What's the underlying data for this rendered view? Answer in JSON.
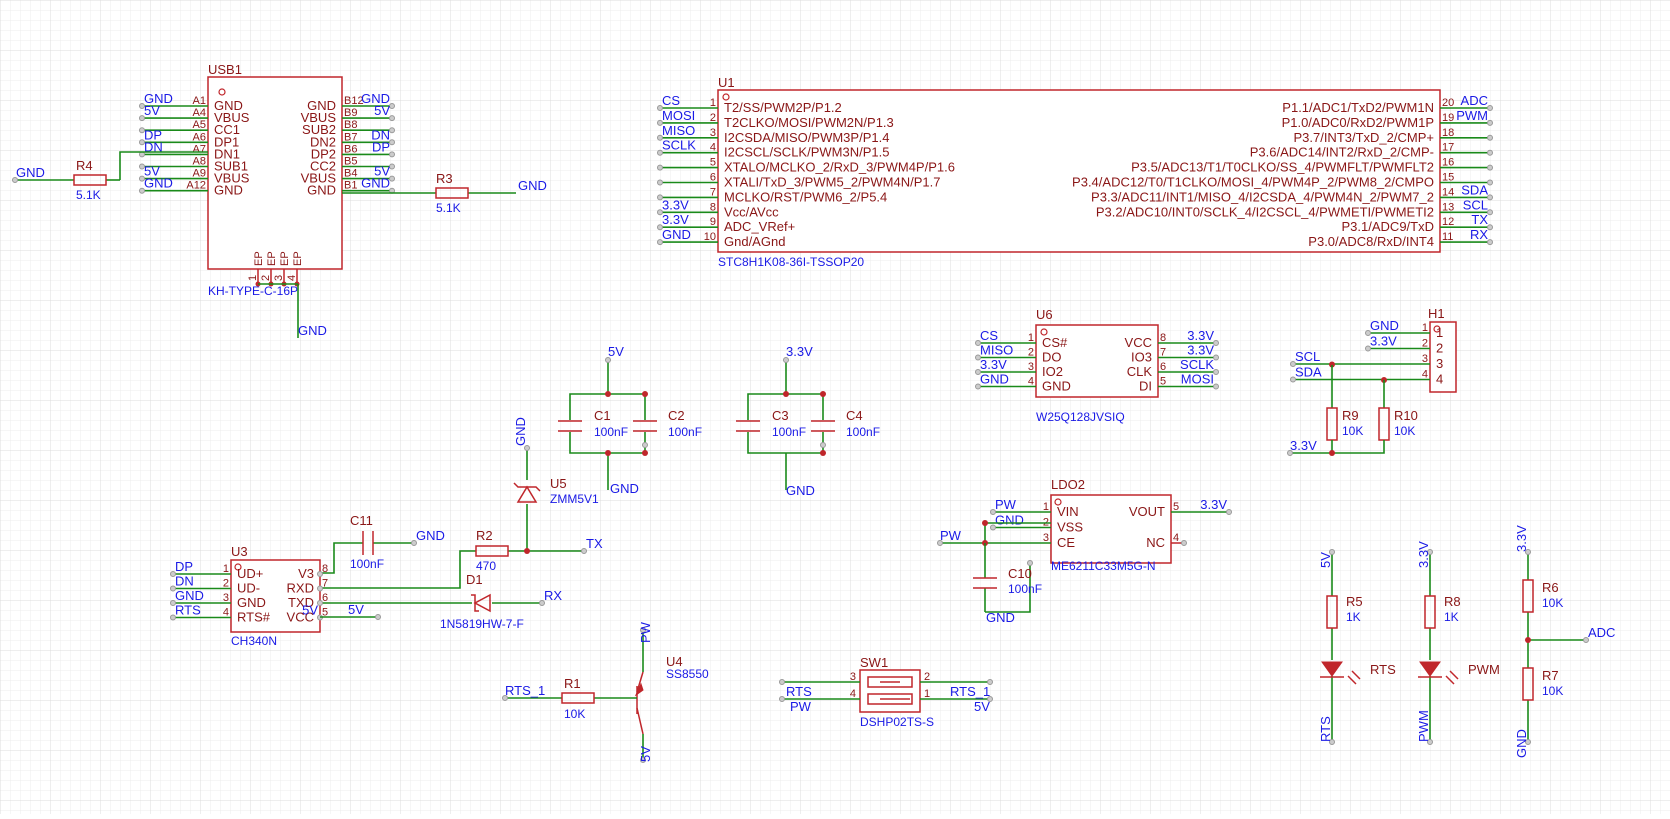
{
  "components": {
    "USB1": {
      "designator": "USB1",
      "value": "KH-TYPE-C-16P",
      "left": [
        {
          "n": "A1",
          "name": "GND",
          "net": "GND"
        },
        {
          "n": "A4",
          "name": "VBUS",
          "net": "5V"
        },
        {
          "n": "A5",
          "name": "CC1",
          "net": ""
        },
        {
          "n": "A6",
          "name": "DP1",
          "net": "DP"
        },
        {
          "n": "A7",
          "name": "DN1",
          "net": "DN"
        },
        {
          "n": "A8",
          "name": "SUB1",
          "net": ""
        },
        {
          "n": "A9",
          "name": "VBUS",
          "net": "5V"
        },
        {
          "n": "A12",
          "name": "GND",
          "net": "GND"
        }
      ],
      "right": [
        {
          "n": "B12",
          "name": "GND",
          "net": "GND"
        },
        {
          "n": "B9",
          "name": "VBUS",
          "net": "5V"
        },
        {
          "n": "B8",
          "name": "SUB2",
          "net": ""
        },
        {
          "n": "B7",
          "name": "DN2",
          "net": "DN"
        },
        {
          "n": "B6",
          "name": "DP2",
          "net": "DP"
        },
        {
          "n": "B5",
          "name": "CC2",
          "net": ""
        },
        {
          "n": "B4",
          "name": "VBUS",
          "net": "5V"
        },
        {
          "n": "B1",
          "name": "GND",
          "net": "GND"
        }
      ],
      "bottom": [
        {
          "n": "1",
          "name": "EP"
        },
        {
          "n": "2",
          "name": "EP"
        },
        {
          "n": "3",
          "name": "EP"
        },
        {
          "n": "4",
          "name": "EP"
        }
      ],
      "bottom_net": "GND"
    },
    "R4": {
      "designator": "R4",
      "value": "5.1K",
      "net": "GND"
    },
    "R3": {
      "designator": "R3",
      "value": "5.1K",
      "net": "GND"
    },
    "U1": {
      "designator": "U1",
      "value": "STC8H1K08-36I-TSSOP20",
      "left": [
        {
          "n": "1",
          "name": "T2/SS/PWM2P/P1.2",
          "net": "CS"
        },
        {
          "n": "2",
          "name": "T2CLKO/MOSI/PWM2N/P1.3",
          "net": "MOSI"
        },
        {
          "n": "3",
          "name": "I2CSDA/MISO/PWM3P/P1.4",
          "net": "MISO"
        },
        {
          "n": "4",
          "name": "I2CSCL/SCLK/PWM3N/P1.5",
          "net": "SCLK"
        },
        {
          "n": "5",
          "name": "XTALO/MCLKO_2/RxD_3/PWM4P/P1.6",
          "net": ""
        },
        {
          "n": "6",
          "name": "XTALI/TxD_3/PWM5_2/PWM4N/P1.7",
          "net": ""
        },
        {
          "n": "7",
          "name": "MCLKO/RST/PWM6_2/P5.4",
          "net": ""
        },
        {
          "n": "8",
          "name": "Vcc/AVcc",
          "net": "3.3V"
        },
        {
          "n": "9",
          "name": "ADC_VRef+",
          "net": "3.3V"
        },
        {
          "n": "10",
          "name": "Gnd/AGnd",
          "net": "GND"
        }
      ],
      "right": [
        {
          "n": "20",
          "name": "P1.1/ADC1/TxD2/PWM1N",
          "net": "ADC"
        },
        {
          "n": "19",
          "name": "P1.0/ADC0/RxD2/PWM1P",
          "net": "PWM"
        },
        {
          "n": "18",
          "name": "P3.7/INT3/TxD_2/CMP+",
          "net": ""
        },
        {
          "n": "17",
          "name": "P3.6/ADC14/INT2/RxD_2/CMP-",
          "net": ""
        },
        {
          "n": "16",
          "name": "P3.5/ADC13/T1/T0CLKO/SS_4/PWMFLT/PWMFLT2",
          "net": ""
        },
        {
          "n": "15",
          "name": "P3.4/ADC12/T0/T1CLKO/MOSI_4/PWM4P_2/PWM8_2/CMPO",
          "net": ""
        },
        {
          "n": "14",
          "name": "P3.3/ADC11/INT1/MISO_4/I2CSDA_4/PWM4N_2/PWM7_2",
          "net": "SDA"
        },
        {
          "n": "13",
          "name": "P3.2/ADC10/INT0/SCLK_4/I2CSCL_4/PWMETI/PWMETI2",
          "net": "SCL"
        },
        {
          "n": "12",
          "name": "P3.1/ADC9/TxD",
          "net": "TX"
        },
        {
          "n": "11",
          "name": "P3.0/ADC8/RxD/INT4",
          "net": "RX"
        }
      ]
    },
    "U6": {
      "designator": "U6",
      "value": "W25Q128JVSIQ",
      "left": [
        {
          "n": "1",
          "name": "CS#",
          "net": "CS"
        },
        {
          "n": "2",
          "name": "DO",
          "net": "MISO"
        },
        {
          "n": "3",
          "name": "IO2",
          "net": "3.3V"
        },
        {
          "n": "4",
          "name": "GND",
          "net": "GND"
        }
      ],
      "right": [
        {
          "n": "8",
          "name": "VCC",
          "net": "3.3V"
        },
        {
          "n": "7",
          "name": "IO3",
          "net": "3.3V"
        },
        {
          "n": "6",
          "name": "CLK",
          "net": "SCLK"
        },
        {
          "n": "5",
          "name": "DI",
          "net": "MOSI"
        }
      ]
    },
    "H1": {
      "designator": "H1",
      "nets": [
        "GND",
        "3.3V",
        "SCL",
        "SDA"
      ],
      "pins": [
        "1",
        "2",
        "3",
        "4"
      ]
    },
    "R9": {
      "designator": "R9",
      "value": "10K"
    },
    "R10": {
      "designator": "R10",
      "value": "10K"
    },
    "pullup_net": "3.3V",
    "C1": {
      "designator": "C1",
      "value": "100nF"
    },
    "C2": {
      "designator": "C2",
      "value": "100nF"
    },
    "C3": {
      "designator": "C3",
      "value": "100nF"
    },
    "C4": {
      "designator": "C4",
      "value": "100nF"
    },
    "cap5_top": "5V",
    "cap5_bottom": "GND",
    "cap33_top": "3.3V",
    "cap33_bottom": "GND",
    "U5": {
      "designator": "U5",
      "value": "ZMM5V1",
      "net": "GND"
    },
    "R2": {
      "designator": "R2",
      "value": "470",
      "net": "TX"
    },
    "D1": {
      "designator": "D1",
      "value": "1N5819HW-7-F",
      "net": "RX"
    },
    "C11": {
      "designator": "C11",
      "value": "100nF",
      "net": "GND"
    },
    "U3": {
      "designator": "U3",
      "value": "CH340N",
      "left": [
        {
          "n": "1",
          "name": "UD+",
          "net": "DP"
        },
        {
          "n": "2",
          "name": "UD-",
          "net": "DN"
        },
        {
          "n": "3",
          "name": "GND",
          "net": "GND"
        },
        {
          "n": "4",
          "name": "RTS#",
          "net": "RTS"
        }
      ],
      "right": [
        {
          "n": "8",
          "name": "V3"
        },
        {
          "n": "7",
          "name": "RXD"
        },
        {
          "n": "6",
          "name": "TXD"
        },
        {
          "n": "5",
          "name": "VCC",
          "net": "5V"
        }
      ]
    },
    "LDO2": {
      "designator": "LDO2",
      "value": "ME6211C33M5G-N",
      "left": [
        {
          "n": "1",
          "name": "VIN",
          "net": "PW"
        },
        {
          "n": "2",
          "name": "VSS",
          "net": "GND"
        },
        {
          "n": "3",
          "name": "CE",
          "net": ""
        }
      ],
      "right": [
        {
          "n": "5",
          "name": "VOUT",
          "net": "3.3V"
        },
        {
          "n": "4",
          "name": "NC",
          "net": ""
        }
      ],
      "pw_net": "PW"
    },
    "C10": {
      "designator": "C10",
      "value": "100nF",
      "net": "GND"
    },
    "U4": {
      "designator": "U4",
      "value": "SS8550",
      "top_net": "PW",
      "bottom_net": "5V"
    },
    "R1": {
      "designator": "R1",
      "value": "10K",
      "net": "RTS_1"
    },
    "SW1": {
      "designator": "SW1",
      "value": "DSHP02TS-S",
      "pins": [
        "3",
        "4",
        "2",
        "1"
      ],
      "nets": [
        "RTS",
        "PW",
        "RTS_1",
        "5V"
      ]
    },
    "R5": {
      "designator": "R5",
      "value": "1K",
      "top_net": "5V",
      "bottom_net": "RTS",
      "led_label": "RTS"
    },
    "R8": {
      "designator": "R8",
      "value": "1K",
      "top_net": "3.3V",
      "bottom_net": "PWM",
      "led_label": "PWM"
    },
    "R6": {
      "designator": "R6",
      "value": "10K",
      "top_net": "3.3V"
    },
    "R7": {
      "designator": "R7",
      "value": "10K",
      "bottom_net": "GND",
      "mid_net": "ADC"
    }
  }
}
